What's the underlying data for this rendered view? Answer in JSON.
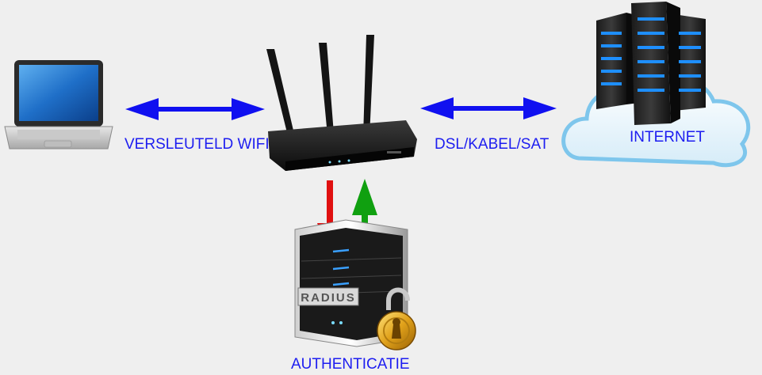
{
  "labels": {
    "wifi": "VERSLEUTELD WIFI",
    "dsl": "DSL/KABEL/SAT",
    "internet": "INTERNET",
    "auth": "AUTHENTICATIE"
  },
  "server_badge": "RADIUS",
  "colors": {
    "label": "#1d1df0",
    "arrow_blue": "#1010f0",
    "arrow_red": "#e01010",
    "arrow_green": "#10a010"
  },
  "icons": [
    "laptop-icon",
    "router-icon",
    "cloud-server-icon",
    "radius-server-icon",
    "padlock-icon"
  ]
}
